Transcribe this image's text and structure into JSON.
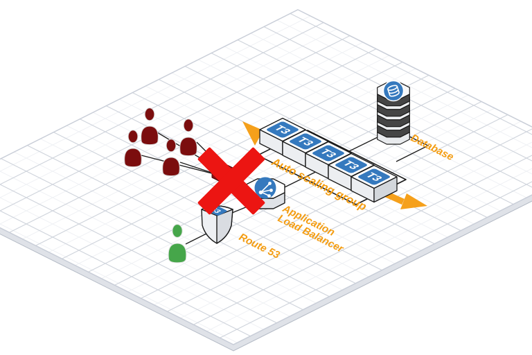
{
  "diagram": {
    "type": "isometric-architecture-diagram",
    "counts": {
      "blocked_users": 4,
      "allowed_users": 1,
      "instances": 5,
      "database_tiers": 4
    }
  },
  "labels": {
    "route53": "Route 53",
    "alb_line1": "Application",
    "alb_line2": "Load Balancer",
    "asg": "Auto scaling group",
    "database": "Database"
  },
  "badges": {
    "instance": "T3",
    "route53": "53"
  },
  "icons": {
    "users_group": "dark-red-person-silhouettes",
    "user_allowed": "green-person-silhouette",
    "blocked": "red-x-cross",
    "firewall_tile": "red-isometric-tile",
    "route53": "3d-shield-with-53-badge",
    "load_balancer": "octagon-prism-blue-circle-branch-glyph",
    "instance": "white-cube-blue-t3-badge",
    "database": "stacked-octagon-discs-blue-db-glyph",
    "scaling_arrow": "orange-double-headed-arrow"
  },
  "colors": {
    "label_orange": "#F49D12",
    "arrow_orange": "#F5A01B",
    "blocked_red": "#EC1512",
    "firewall_red": "#9E1117",
    "user_dark_red": "#7B0D0E",
    "user_green": "#46A64A",
    "aws_blue": "#3579BE",
    "grid_major": "#B6BDC9",
    "grid_minor": "#EEF0F4",
    "outline_black": "#1A1A1A"
  }
}
